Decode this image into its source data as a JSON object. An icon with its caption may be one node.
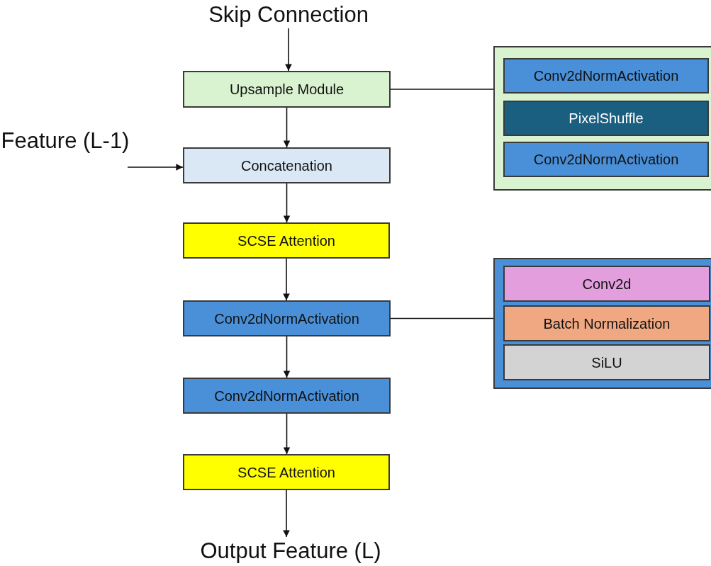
{
  "diagram": {
    "nodes": [
      {
        "text": [
          "Skip Connection"
        ]
      },
      {
        "text": [
          "Upsample Module"
        ]
      },
      {
        "text": [
          "Feature (L-1)"
        ]
      },
      {
        "text": [
          "Concatenation"
        ]
      },
      {
        "text": [
          "SCSE Attention"
        ]
      },
      {
        "text": [
          "Conv2dNormActivation"
        ]
      },
      {
        "text": [
          "Conv2dNormActivation"
        ]
      },
      {
        "text": [
          "SCSE Attention"
        ]
      },
      {
        "text": [
          "Output Feature (L)"
        ]
      },
      {
        "text": [],
        "shape": "box"
      },
      {
        "text": [
          "Conv2dNormActivation"
        ],
        "in": 9
      },
      {
        "text": [
          "PixelShuffle"
        ],
        "in": 9
      },
      {
        "text": [
          "Conv2dNormActivation"
        ],
        "in": 9
      },
      {
        "text": [],
        "shape": "box"
      },
      {
        "text": [
          "Conv2d"
        ],
        "in": 13
      },
      {
        "text": [
          "Batch Normalization"
        ],
        "in": 13
      },
      {
        "text": [
          "SiLU"
        ],
        "in": 13
      }
    ],
    "edges": [
      {
        "from": 0,
        "to": 1,
        "arrow": "to"
      },
      {
        "from": 1,
        "to": 3,
        "arrow": "to"
      },
      {
        "from": 2,
        "to": 3,
        "arrow": "to"
      },
      {
        "from": 3,
        "to": 4,
        "arrow": "to"
      },
      {
        "from": 4,
        "to": 5,
        "arrow": "to"
      },
      {
        "from": 5,
        "to": 6,
        "arrow": "to"
      },
      {
        "from": 6,
        "to": 7,
        "arrow": "to"
      },
      {
        "from": 7,
        "to": 8,
        "arrow": "to"
      },
      {
        "from": 1,
        "to": 9,
        "arrow": "none"
      },
      {
        "from": 5,
        "to": 13,
        "arrow": "none"
      }
    ]
  }
}
